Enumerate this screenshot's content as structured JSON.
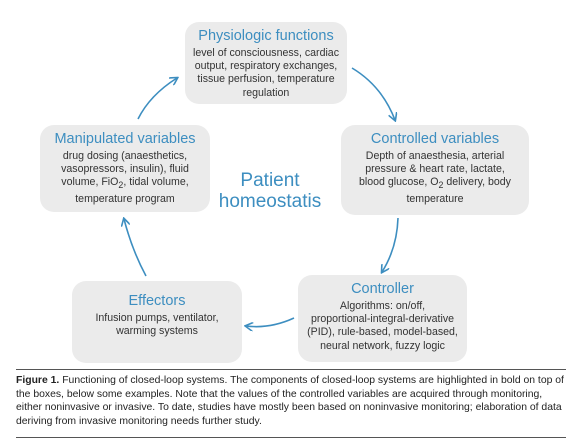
{
  "boxes": {
    "physiologic": {
      "title": "Physiologic functions",
      "lines": [
        "level of consciousness, cardiac",
        "output, respiratory exchanges,",
        "tissue perfusion, temperature",
        "regulation"
      ]
    },
    "controlled": {
      "title": "Controlled variables",
      "lines": [
        "Depth of anaesthesia, arterial",
        "pressure & heart rate, lactate,"
      ],
      "line3_a": "blood glucose, O",
      "line3_sub": "2",
      "line3_b": " delivery, body",
      "line4": "temperature"
    },
    "controller": {
      "title": "Controller",
      "lines": [
        "Algorithms: on/off,",
        "proportional-integral-derivative",
        "(PID), rule-based, model-based,",
        "neural network, fuzzy logic"
      ]
    },
    "effectors": {
      "title": "Effectors",
      "lines": [
        "Infusion pumps, ventilator,",
        "warming systems"
      ]
    },
    "manipulated": {
      "title": "Manipulated variables",
      "lines": [
        "drug dosing (anaesthetics,",
        "vasopressors, insulin), fluid"
      ],
      "line3_a": "volume, FiO",
      "line3_sub": "2",
      "line3_b": ", tidal volume,",
      "line4": "temperature program"
    }
  },
  "center": {
    "line1": "Patient",
    "line2": "homeostatis"
  },
  "caption": {
    "label": "Figure 1.",
    "text": " Functioning of closed-loop systems. The components of closed-loop systems are highlighted in bold on top of the boxes, below some examples. Note that the values of the controlled variables are acquired through monitoring, either noninvasive or invasive. To date, studies have mostly been based on noninvasive monitoring; elaboration of data deriving from invasive monitoring needs further study."
  },
  "colors": {
    "accent": "#3d8ec0",
    "box_fill": "#ebebeb"
  }
}
